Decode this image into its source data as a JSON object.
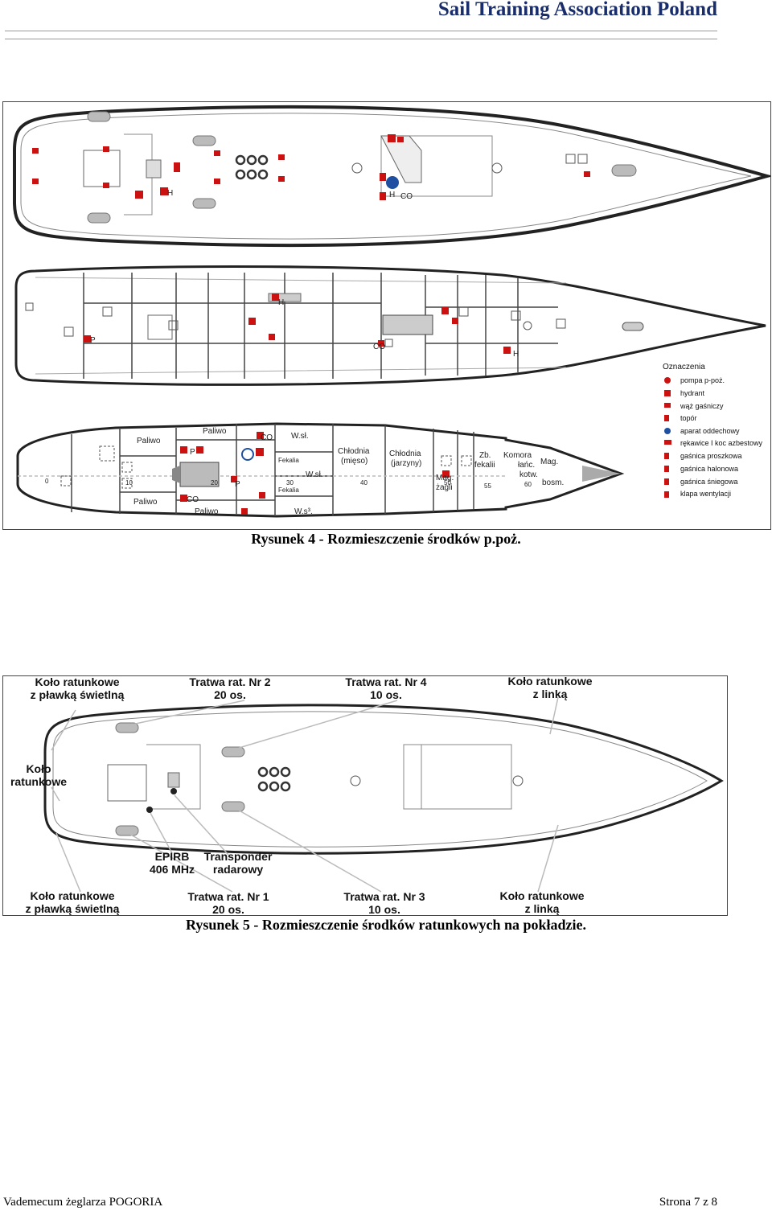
{
  "header": {
    "title": "Sail Training Association Poland"
  },
  "figure4": {
    "caption": "Rysunek 4 - Rozmieszczenie środków p.poż.",
    "lower_deck_labels": {
      "paliwo": "Paliwo",
      "co": "CO",
      "ws1": "W.sł.",
      "fekalia": "Fekalia",
      "ws2": "W.sł.",
      "fekalia2": "Fekalia",
      "ws3": "W.s³.",
      "chlodnia1_a": "Chłodnia",
      "chlodnia1_b": "(mięso)",
      "chlodnia2_a": "Chłodnia",
      "chlodnia2_b": "(jarzyny)",
      "zb_a": "Zb.",
      "zb_b": "fekalii",
      "komora_a": "Komora",
      "komora_b": "łańc.",
      "komora_c": "kotw.",
      "mag_zagli_a": "Mag.",
      "mag_zagli_b": "żagli",
      "mag_bosm_a": "Mag.",
      "mag_bosm_b": "bosm.",
      "frames": [
        "0",
        "10",
        "20",
        "30",
        "40",
        "50",
        "55",
        "60"
      ]
    },
    "legend": {
      "title": "Oznaczenia",
      "items": [
        "pompa p-poż.",
        "hydrant",
        "wąż gaśniczy",
        "topór",
        "aparat oddechowy",
        "rękawice I koc azbestowy",
        "gaśnica proszkowa",
        "gaśnica halonowa",
        "gaśnica śniegowa",
        "klapa wentylacji"
      ]
    },
    "symbols": {
      "h": "H",
      "p": "P",
      "co": "CO"
    },
    "colors": {
      "marker": "#cc1111",
      "breathing": "#1f4fa0"
    }
  },
  "figure5": {
    "caption": "Rysunek 5 - Rozmieszczenie środków ratunkowych na pokładzie.",
    "labels": {
      "kolo_plawka_top_a": "Koło ratunkowe",
      "kolo_plawka_top_b": "z pławką świetlną",
      "tratwa2_a": "Tratwa rat. Nr 2",
      "tratwa2_b": "20 os.",
      "tratwa4_a": "Tratwa rat. Nr 4",
      "tratwa4_b": "10 os.",
      "kolo_linka_top_a": "Koło ratunkowe",
      "kolo_linka_top_b": "z linką",
      "kolo_left_a": "Koło",
      "kolo_left_b": "ratunkowe",
      "epirb_a": "EPIRB",
      "epirb_b": "406 MHz",
      "transponder_a": "Transponder",
      "transponder_b": "radarowy",
      "kolo_plawka_bot_a": "Koło ratunkowe",
      "kolo_plawka_bot_b": "z pławką świetlną",
      "tratwa1_a": "Tratwa rat. Nr 1",
      "tratwa1_b": "20 os.",
      "tratwa3_a": "Tratwa rat. Nr 3",
      "tratwa3_b": "10 os.",
      "kolo_linka_bot_a": "Koło ratunkowe",
      "kolo_linka_bot_b": "z linką"
    }
  },
  "footer": {
    "left": "Vademecum żeglarza POGORIA",
    "right": "Strona 7 z 8"
  }
}
